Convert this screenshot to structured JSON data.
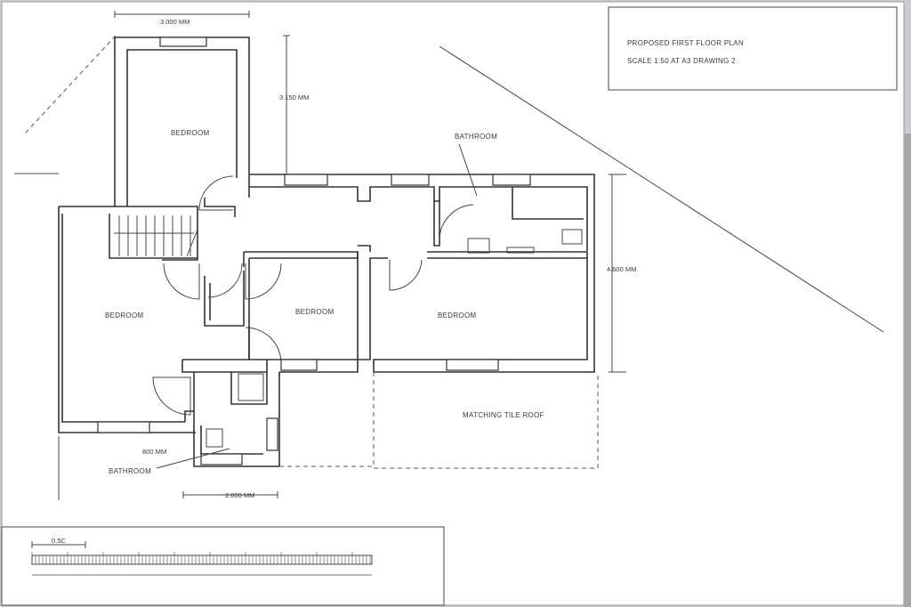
{
  "title_block": {
    "line1": "PROPOSED FIRST FLOOR PLAN",
    "line2": "SCALE 1:50 AT A3 DRAWING 2"
  },
  "rooms": {
    "bedroom_top": "BEDROOM",
    "bedroom_left": "BEDROOM",
    "bedroom_middle": "BEDROOM",
    "bedroom_right": "BEDROOM",
    "bathroom_top": "BATHROOM",
    "bathroom_bottom": "BATHROOM"
  },
  "dimensions": {
    "top_width": "3.000 MM",
    "top_height": "3.150 MM",
    "right_height": "4.600 MM",
    "bottom_width": "2.000 MM",
    "small": "800 MM"
  },
  "roof_label": "MATCHING TILE ROOF",
  "scale_bar_label": "0.5C"
}
